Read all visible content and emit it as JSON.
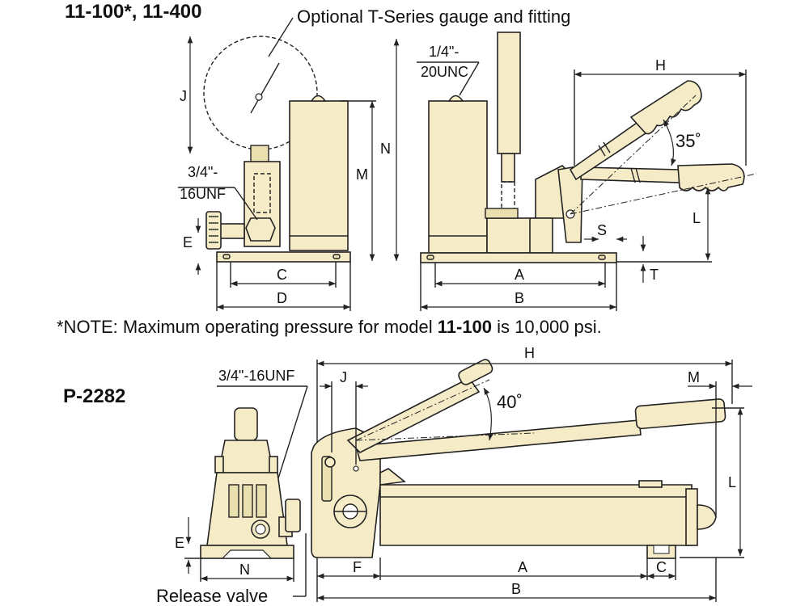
{
  "top": {
    "title": "11-100*, 11-400",
    "gauge_label": "Optional T-Series gauge and fitting",
    "thread_left_1": "3/4\"-",
    "thread_left_2": "16UNF",
    "thread_right_1": "1/4\"-",
    "thread_right_2": "20UNC",
    "angle": "35˚",
    "dims": [
      "J",
      "N",
      "M",
      "E",
      "C",
      "D",
      "A",
      "B",
      "H",
      "L",
      "S",
      "T"
    ]
  },
  "note": {
    "prefix": "*NOTE: Maximum operating pressure for model ",
    "model": "11-100",
    "suffix": " is 10,000 psi."
  },
  "bottom": {
    "title": "P-2282",
    "thread": "3/4\"-16UNF",
    "release": "Release valve",
    "angle": "40˚",
    "dims": [
      "H",
      "J",
      "M",
      "L",
      "E",
      "N",
      "F",
      "A",
      "C",
      "B"
    ]
  }
}
